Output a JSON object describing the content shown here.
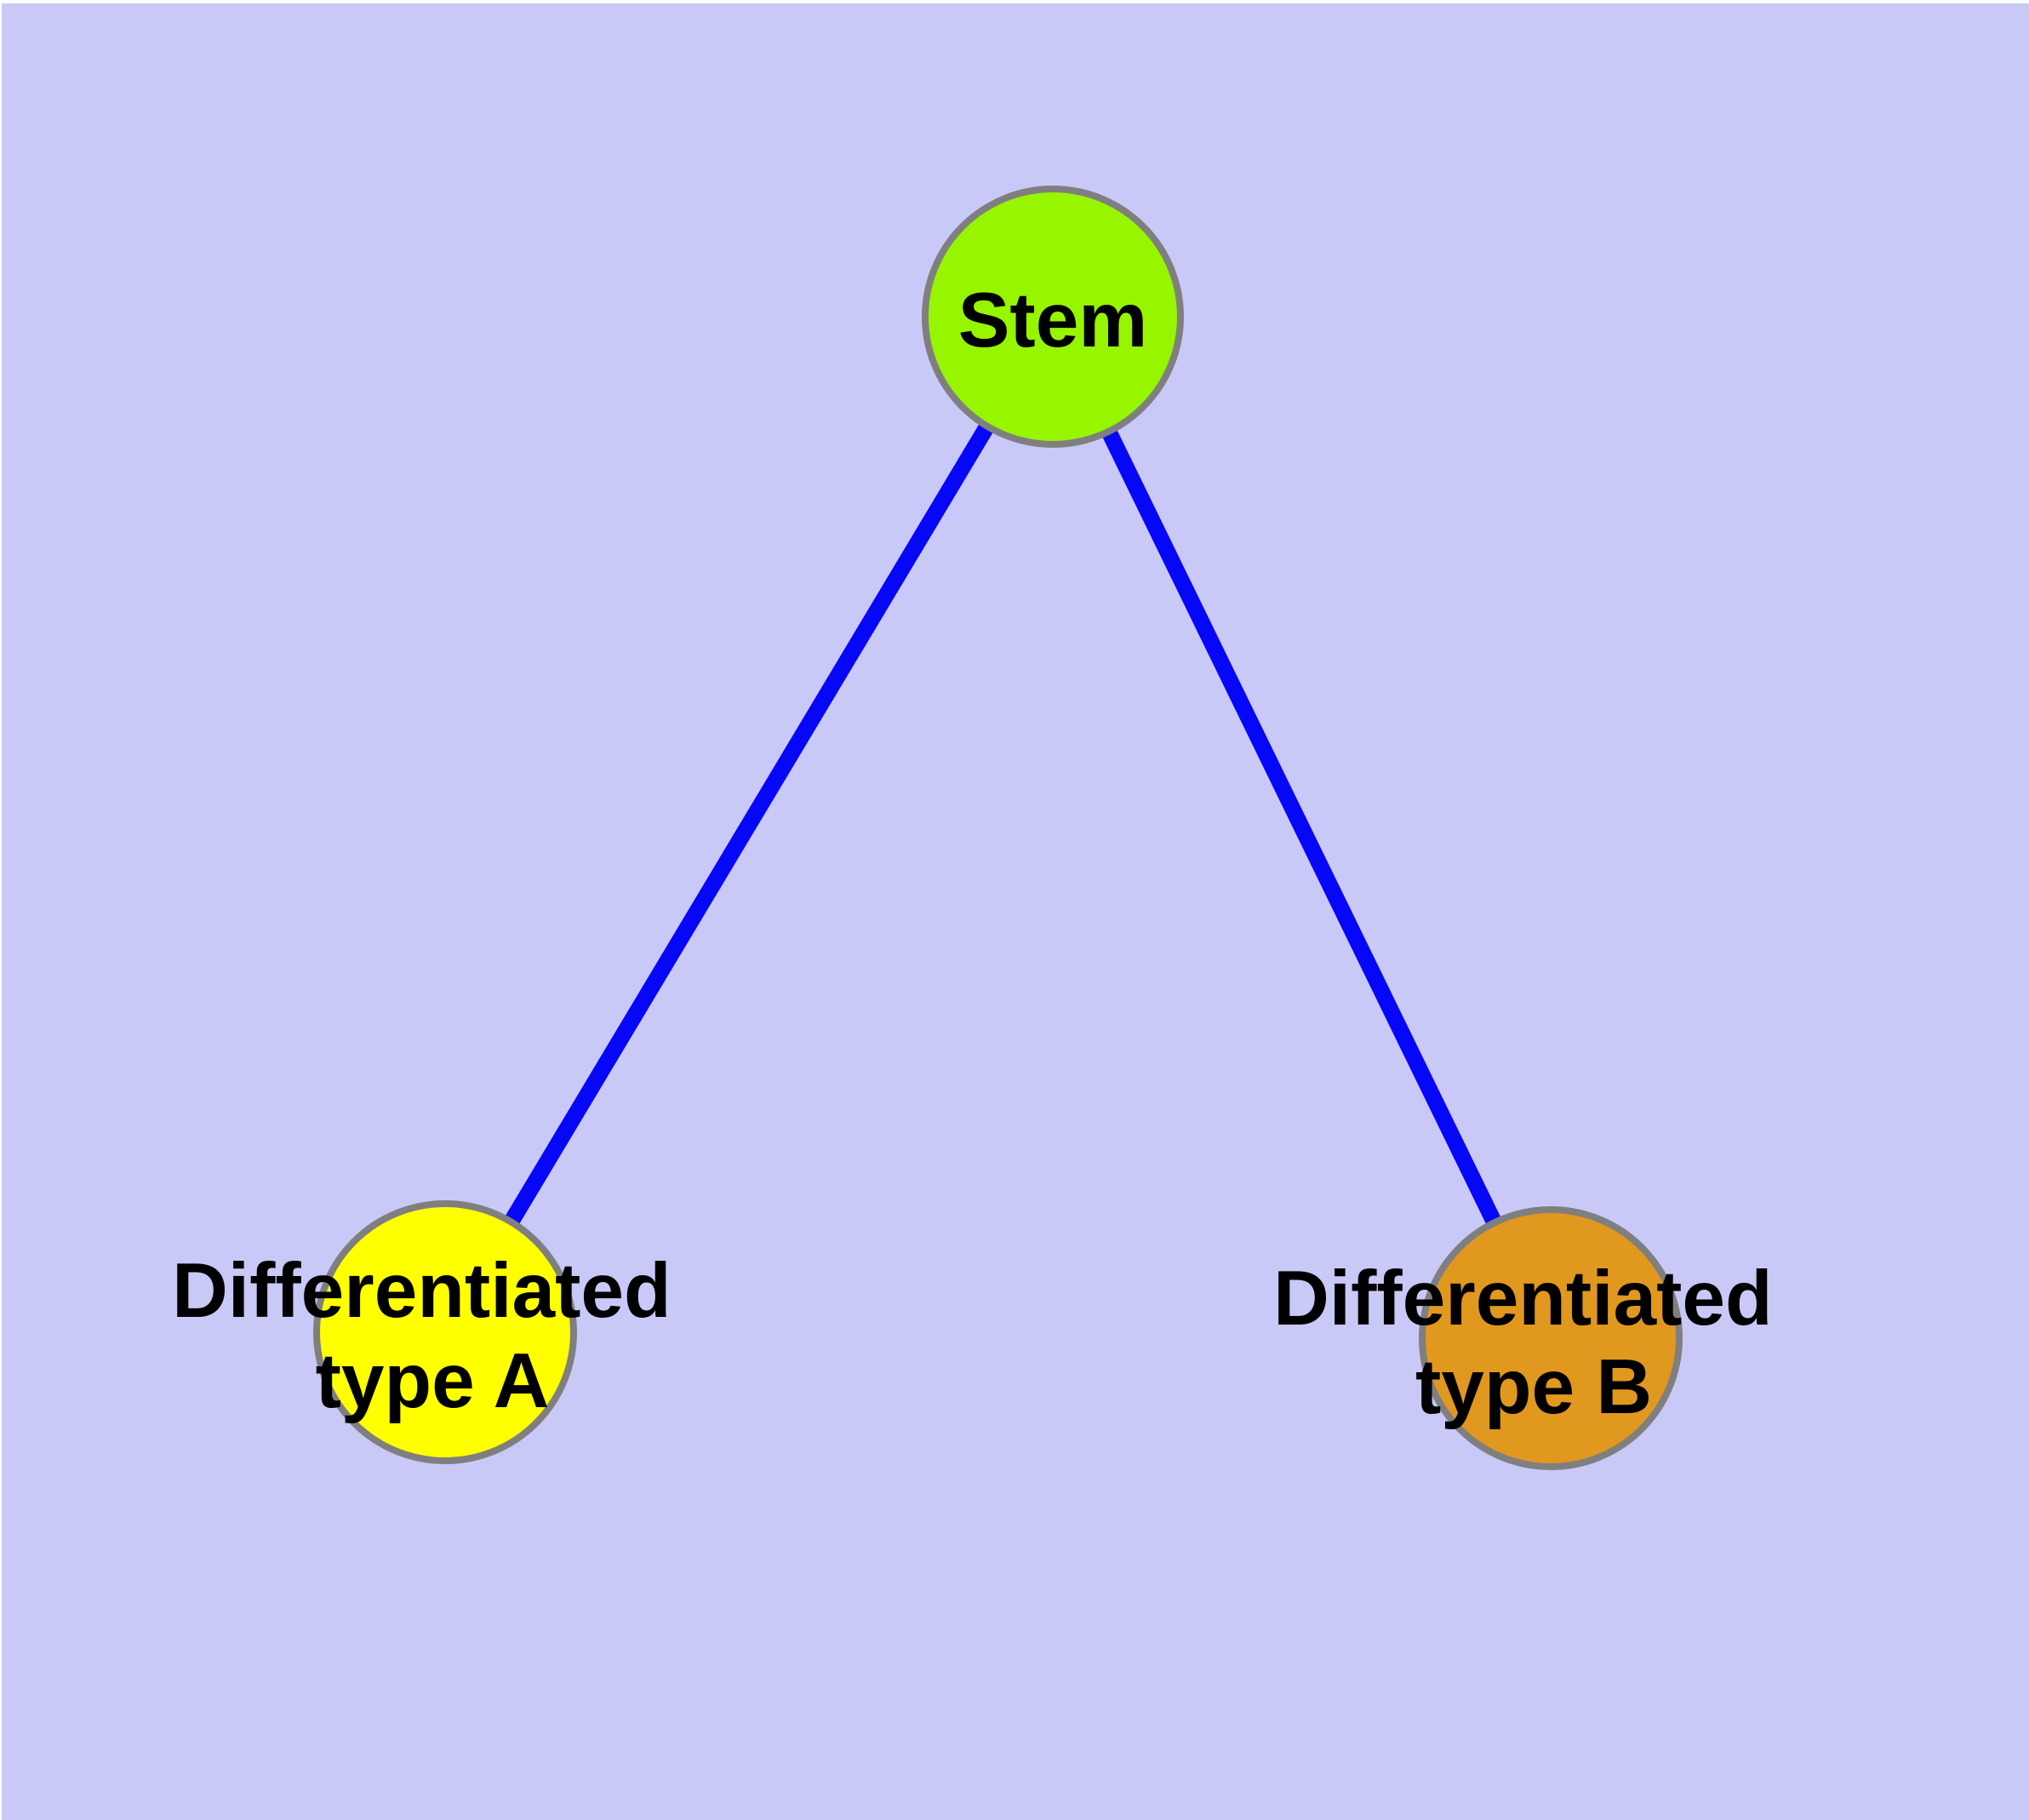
{
  "styles": {
    "background_color": "#C9C9F8",
    "edge_color": "#0707F8",
    "node_border_color": "#7F7F7F",
    "label_color": "#000000"
  },
  "nodes": [
    {
      "id": "stem",
      "label": "Stem",
      "fill": "#97F500"
    },
    {
      "id": "differentiated-type-a",
      "label": "Differentiated type A",
      "label_line1": "Differentiated",
      "label_line2": "type A",
      "fill": "#FFFF00"
    },
    {
      "id": "differentiated-type-b",
      "label": "Differentiated type B",
      "label_line1": "Differentiated",
      "label_line2": "type B",
      "fill": "#E0981E"
    }
  ],
  "edges": [
    {
      "from": "Stem",
      "to": "Differentiated type A"
    },
    {
      "from": "Stem",
      "to": "Differentiated type B"
    }
  ]
}
